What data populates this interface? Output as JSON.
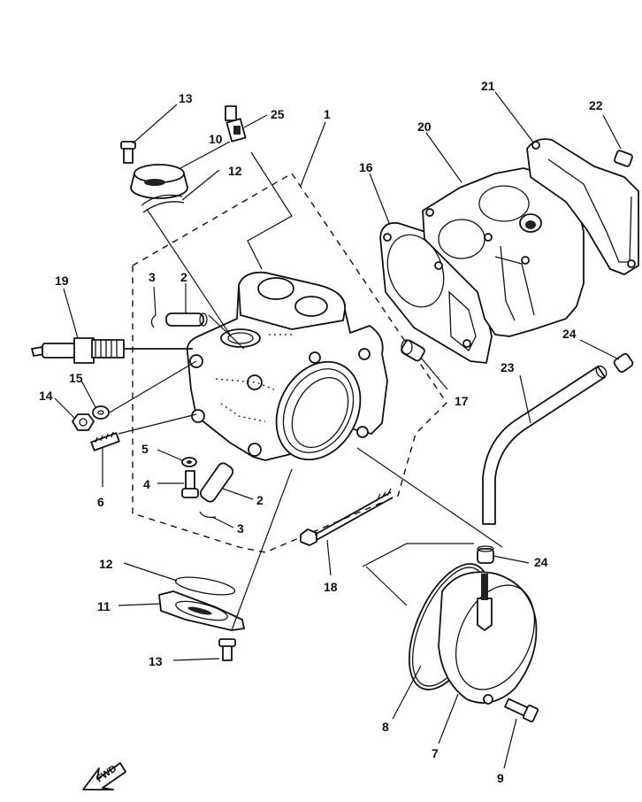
{
  "callouts": {
    "c1": "1",
    "c2a": "2",
    "c2b": "2",
    "c3a": "3",
    "c3b": "3",
    "c4": "4",
    "c5": "5",
    "c6": "6",
    "c7": "7",
    "c8": "8",
    "c9": "9",
    "c10": "10",
    "c11": "11",
    "c12a": "12",
    "c12b": "12",
    "c13a": "13",
    "c13b": "13",
    "c14": "14",
    "c15": "15",
    "c16": "16",
    "c17": "17",
    "c18": "18",
    "c19": "19",
    "c20": "20",
    "c21": "21",
    "c22": "22",
    "c23": "23",
    "c24a": "24",
    "c24b": "24",
    "c25": "25"
  },
  "fwd_label": "FWD"
}
